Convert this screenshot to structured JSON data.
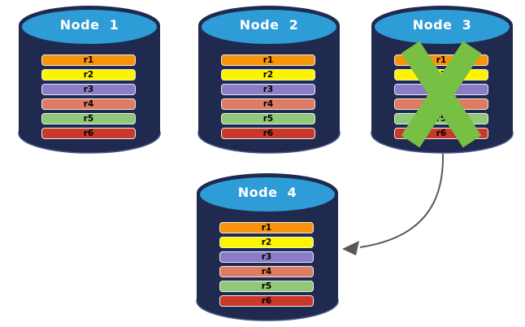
{
  "diagram": {
    "description": "Database cluster replication diagram: Node 3 failed (green X) and its data is copied to Node 4",
    "arrow": {
      "from": "Node 3",
      "to": "Node 4"
    }
  },
  "colors": {
    "cylinder_body": "#1F2A4E",
    "cylinder_bottom_rim": "#46558A",
    "cylinder_top": "#2E9CD6",
    "x_mark": "#77C043",
    "arrow": "#595959"
  },
  "nodes": [
    {
      "title": "Node  1",
      "failed": false,
      "rows": [
        {
          "label": "r1",
          "color": "#F7940A"
        },
        {
          "label": "r2",
          "color": "#FDF500"
        },
        {
          "label": "r3",
          "color": "#8A7CC8"
        },
        {
          "label": "r4",
          "color": "#DF7B63"
        },
        {
          "label": "r5",
          "color": "#8FC878"
        },
        {
          "label": "r6",
          "color": "#C8392B"
        }
      ]
    },
    {
      "title": "Node  2",
      "failed": false,
      "rows": [
        {
          "label": "r1",
          "color": "#F7940A"
        },
        {
          "label": "r2",
          "color": "#FDF500"
        },
        {
          "label": "r3",
          "color": "#8A7CC8"
        },
        {
          "label": "r4",
          "color": "#DF7B63"
        },
        {
          "label": "r5",
          "color": "#8FC878"
        },
        {
          "label": "r6",
          "color": "#C8392B"
        }
      ]
    },
    {
      "title": "Node  3",
      "failed": true,
      "rows": [
        {
          "label": "r1",
          "color": "#F7940A"
        },
        {
          "label": "r2",
          "color": "#FDF500"
        },
        {
          "label": "r3",
          "color": "#8A7CC8"
        },
        {
          "label": "r4",
          "color": "#DF7B63"
        },
        {
          "label": "r5",
          "color": "#8FC878"
        },
        {
          "label": "r6",
          "color": "#C8392B"
        }
      ]
    },
    {
      "title": "Node  4",
      "failed": false,
      "rows": [
        {
          "label": "r1",
          "color": "#F7940A"
        },
        {
          "label": "r2",
          "color": "#FDF500"
        },
        {
          "label": "r3",
          "color": "#8A7CC8"
        },
        {
          "label": "r4",
          "color": "#DF7B63"
        },
        {
          "label": "r5",
          "color": "#8FC878"
        },
        {
          "label": "r6",
          "color": "#C8392B"
        }
      ]
    }
  ]
}
